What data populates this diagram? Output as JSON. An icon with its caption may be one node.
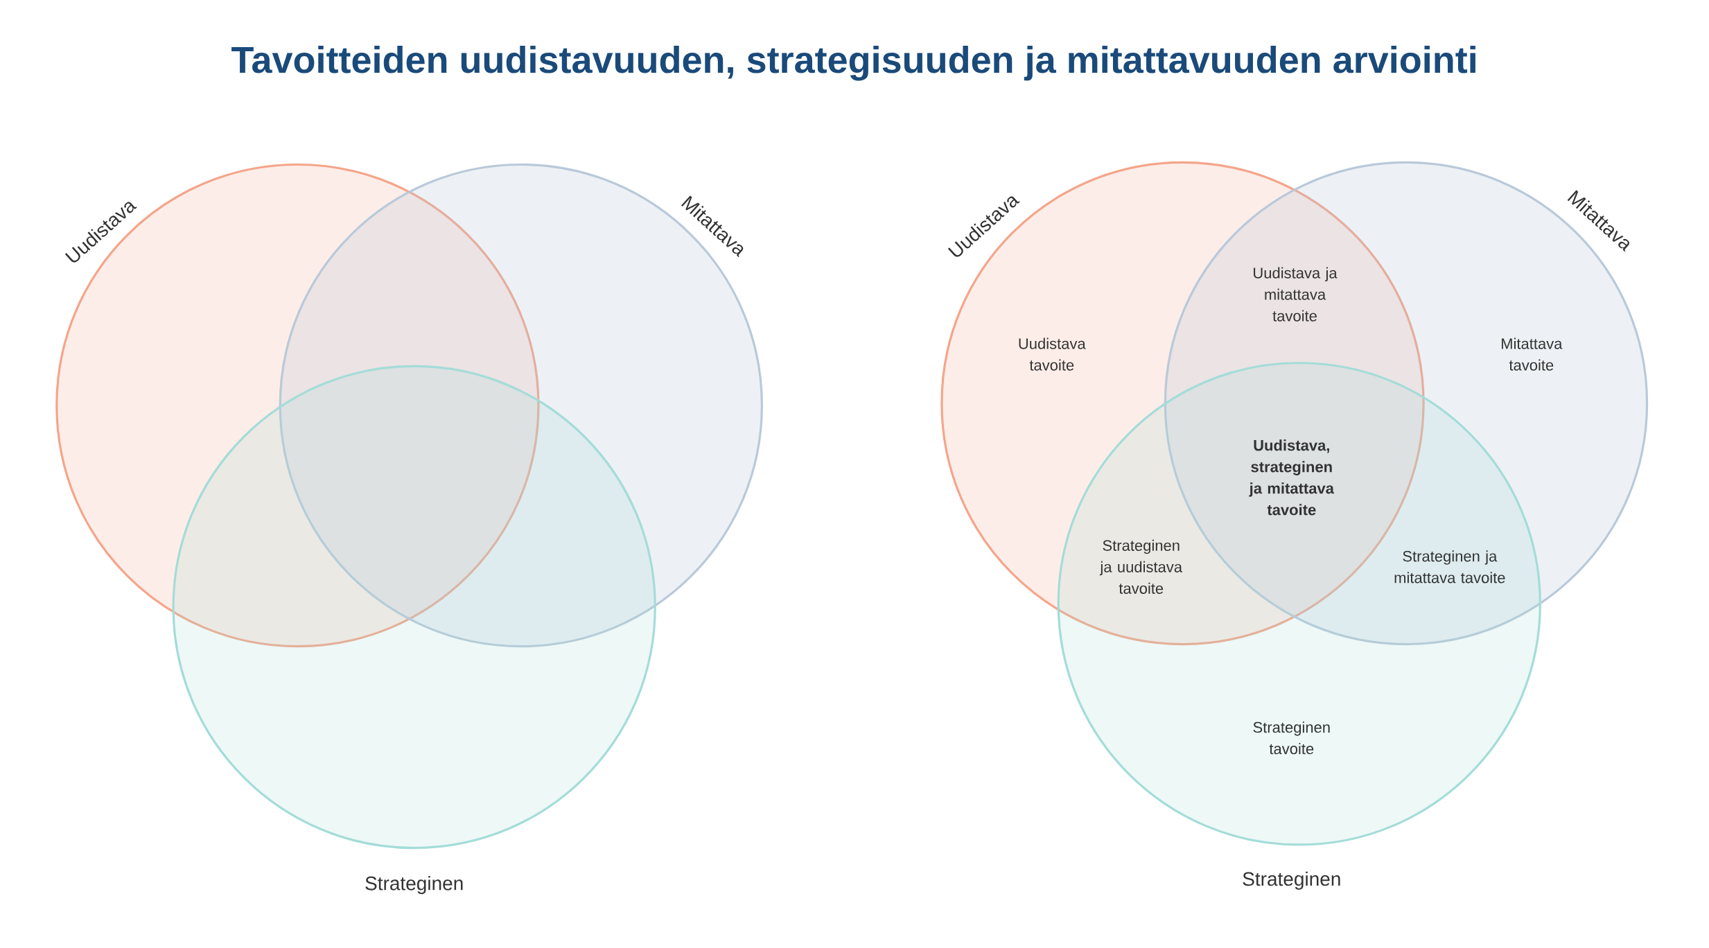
{
  "diagram": {
    "title": "Tavoitteiden uudistavuuden, strategisuuden ja mitattavuuden arviointi",
    "nodes": [
      {
        "text": [
          "Uudistava"
        ]
      },
      {
        "text": [
          "Mitattava"
        ]
      },
      {
        "text": [
          "Strateginen"
        ]
      },
      {
        "text": [
          "Uudistava"
        ]
      },
      {
        "text": [
          "Mitattava"
        ]
      },
      {
        "text": [
          "Strateginen"
        ]
      }
    ],
    "labels": [
      "Uudistava ja mitattava tavoite",
      "Uudistava tavoite",
      "Mitattava tavoite",
      "Uudistava, strateginen ja mitattava tavoite",
      "Strateginen ja uudistava tavoite",
      "Strateginen ja mitattava tavoite",
      "Strateginen tavoite"
    ]
  }
}
